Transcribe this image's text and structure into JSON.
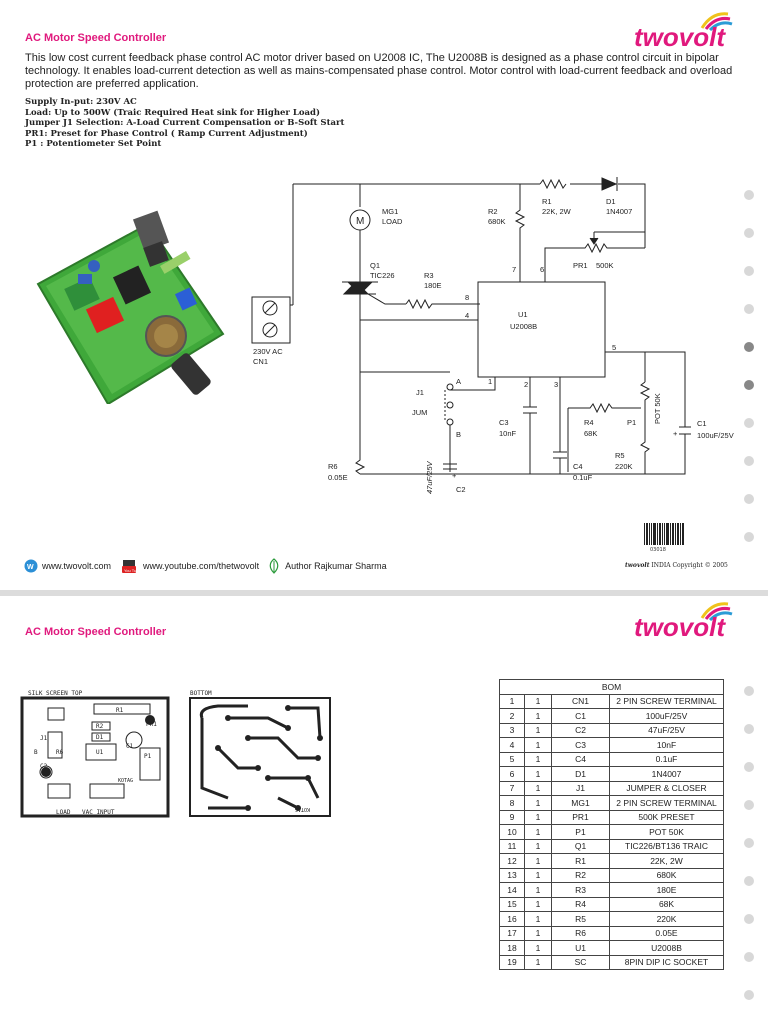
{
  "page1": {
    "title": "AC Motor Speed Controller",
    "intro": "This low cost current feedback phase control AC motor driver based on U2008 IC, The U2008B is designed as a phase control circuit in bipolar technology. It enables load-current detection as well as mains-compensated phase control. Motor control with load-current feedback and overload protection are preferred application.",
    "specs": [
      "Supply In-put:  230V AC",
      "Load: Up to 500W (Traic Required Heat sink for Higher Load)",
      "Jumper J1 Selection: A-Load Current Compensation or B-Soft Start",
      "PR1: Preset for Phase Control ( Ramp Current Adjustment)",
      "P1 : Potentiometer Set Point"
    ],
    "schematic_labels": {
      "r1": "R1",
      "r1_val": "22K, 2W",
      "d1": "D1",
      "d1_val": "1N4007",
      "r2": "R2",
      "r2_val": "680K",
      "mg1": "MG1",
      "mg1_val": "LOAD",
      "motor": "M",
      "pr1": "PR1",
      "pr1_val": "500K",
      "q1": "Q1",
      "q1_val": "TIC226",
      "r3": "R3",
      "r3_val": "180E",
      "u1": "U1",
      "u1_val": "U2008B",
      "pin7": "7",
      "pin6": "6",
      "pin8": "8",
      "pin4": "4",
      "pin5": "5",
      "pin1": "1",
      "pin2": "2",
      "pin3": "3",
      "cn1": "CN1",
      "cn1_val": "230V AC",
      "j1": "J1",
      "jum": "JUM",
      "a": "A",
      "b": "B",
      "c3": "C3",
      "c3_val": "10nF",
      "r4": "R4",
      "r4_val": "68K",
      "p1": "P1",
      "pot": "POT 50K",
      "c1": "C1",
      "c1_val": "100uF/25V",
      "r5": "R5",
      "r5_val": "220K",
      "c4": "C4",
      "c4_val": "0.1uF",
      "r6": "R6",
      "r6_val": "0.05E",
      "c2": "C2",
      "c2_val": "47uF/25V",
      "plus": "+"
    },
    "barcode_number": "03018",
    "copyright": "INDIA Copyright © 2005",
    "copyright_brand": "twovolt",
    "links": {
      "website": "www.twovolt.com",
      "youtube": "www.youtube.com/thetwovolt",
      "author": "Author Rajkumar Sharma",
      "youtube_icon_text": "You Tube"
    }
  },
  "page2": {
    "title": "AC Motor Speed Controller",
    "silk_label": "SILK SCREEN TOP",
    "bottom_label": "BOTTOM",
    "silk_texts": {
      "r1": "R1",
      "pr1": "PR1",
      "r2": "R2",
      "d1": "D1",
      "j1": "J1",
      "u1": "U1",
      "r6": "R6",
      "c2": "C2",
      "c1": "C1",
      "p1": "P1",
      "load": "LOAD",
      "vac": "VAC INPUT",
      "kotag": "KOTAG",
      "b": "B"
    }
  },
  "brand": {
    "logo": "twovolt",
    "accent": "#e0197d",
    "logo_pink": "#e0197d"
  },
  "bom": {
    "title": "BOM",
    "rows": [
      [
        "1",
        "1",
        "CN1",
        "2 PIN SCREW TERMINAL"
      ],
      [
        "2",
        "1",
        "C1",
        "100uF/25V"
      ],
      [
        "3",
        "1",
        "C2",
        "47uF/25V"
      ],
      [
        "4",
        "1",
        "C3",
        "10nF"
      ],
      [
        "5",
        "1",
        "C4",
        "0.1uF"
      ],
      [
        "6",
        "1",
        "D1",
        "1N4007"
      ],
      [
        "7",
        "1",
        "J1",
        "JUMPER & CLOSER"
      ],
      [
        "8",
        "1",
        "MG1",
        "2 PIN SCREW TERMINAL"
      ],
      [
        "9",
        "1",
        "PR1",
        "500K PRESET"
      ],
      [
        "10",
        "1",
        "P1",
        "POT 50K"
      ],
      [
        "11",
        "1",
        "Q1",
        "TIC226/BT136 TRAIC"
      ],
      [
        "12",
        "1",
        "R1",
        "22K, 2W"
      ],
      [
        "13",
        "1",
        "R2",
        "680K"
      ],
      [
        "14",
        "1",
        "R3",
        "180E"
      ],
      [
        "15",
        "1",
        "R4",
        "68K"
      ],
      [
        "16",
        "1",
        "R5",
        "220K"
      ],
      [
        "17",
        "1",
        "R6",
        "0.05E"
      ],
      [
        "18",
        "1",
        "U1",
        "U2008B"
      ],
      [
        "19",
        "1",
        "SC",
        "8PIN DIP IC SOCKET"
      ]
    ]
  }
}
